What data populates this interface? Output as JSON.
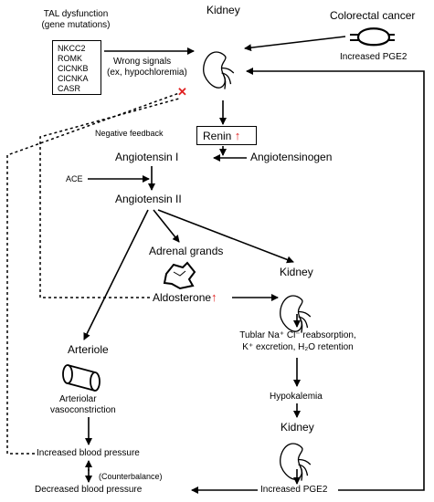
{
  "nodes": {
    "kidney_top": "Kidney",
    "tal_title": "TAL dysfunction",
    "tal_subtitle": "(gene mutations)",
    "genes": [
      "NKCC2",
      "ROMK",
      "ClCNKB",
      "ClCNKA",
      "CASR"
    ],
    "wrong_signals_1": "Wrong signals",
    "wrong_signals_2": "(ex, hypochloremia)",
    "colorectal": "Colorectal cancer",
    "increased_pge2_top": "Increased PGE2",
    "renin": "Renin",
    "negative_feedback": "Negative feedback",
    "angiotensin_1": "Angiotensin I",
    "angiotensinogen": "Angiotensinogen",
    "ace": "ACE",
    "angiotensin_2": "Angiotensin II",
    "adrenal": "Adrenal grands",
    "kidney_mid": "Kidney",
    "aldosterone": "Aldosterone",
    "tubular_1": "Tublar Na⁺ Cl⁻ reabsorption,",
    "tubular_2": "K⁺ excretion, H₂O retention",
    "hypokalemia": "Hypokalemia",
    "kidney_bottom": "Kidney",
    "arteriole": "Arteriole",
    "arteriolar_1": "Arteriolar",
    "arteriolar_2": "vasoconstriction",
    "increased_bp": "Increased blood pressure",
    "counterbalance": "(Counterbalance)",
    "decreased_bp": "Decreased blood pressure",
    "increased_pge2_bottom": "Increased PGE2"
  },
  "symbols": {
    "up_arrow": "↑",
    "block_x": "✕"
  },
  "colors": {
    "line": "#000000",
    "highlight": "#e02020"
  }
}
